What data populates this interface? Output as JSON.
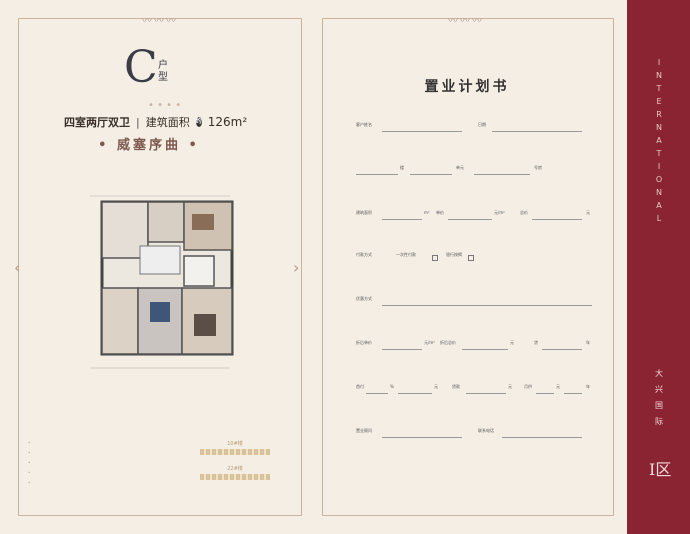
{
  "left": {
    "type_letter": "C",
    "type_suffix": "户型",
    "layout": "四室两厅双卫",
    "separator": "|",
    "area_label": "建筑面积",
    "area_value": "126m²",
    "style_name": "威塞序曲",
    "floor_legend": [
      "10#楼",
      "22#楼"
    ]
  },
  "right": {
    "title": "置业计划书",
    "rows": [
      {
        "items": [
          "客户姓名",
          "日期"
        ]
      },
      {
        "items": [
          "楼",
          "单元",
          "号房"
        ]
      },
      {
        "items": [
          "建筑面积",
          "m²",
          "单价",
          "元/m²",
          "总价",
          "元"
        ]
      },
      {
        "items": [
          "付款方式",
          "一次性付款",
          "银行按揭"
        ]
      },
      {
        "items": [
          "优惠方式"
        ]
      },
      {
        "items": [
          "折后单价",
          "元/m²",
          "折后总价",
          "元",
          "贷",
          "年"
        ]
      },
      {
        "items": [
          "首付",
          "%",
          "元",
          "贷款",
          "元",
          "月供",
          "元",
          "年"
        ]
      },
      {
        "items": [
          "置业顾问",
          "联系电话"
        ]
      }
    ]
  },
  "sidebar": {
    "vertical_word": [
      "I",
      "N",
      "T",
      "E",
      "R",
      "N",
      "A",
      "T",
      "I",
      "O",
      "N",
      "A",
      "L"
    ],
    "district_chars": [
      "大",
      "兴",
      "国",
      "际"
    ],
    "badge": "I区"
  },
  "colors": {
    "accent": "#8a2433",
    "background": "#f4eee5",
    "border": "#c9b3a0"
  }
}
